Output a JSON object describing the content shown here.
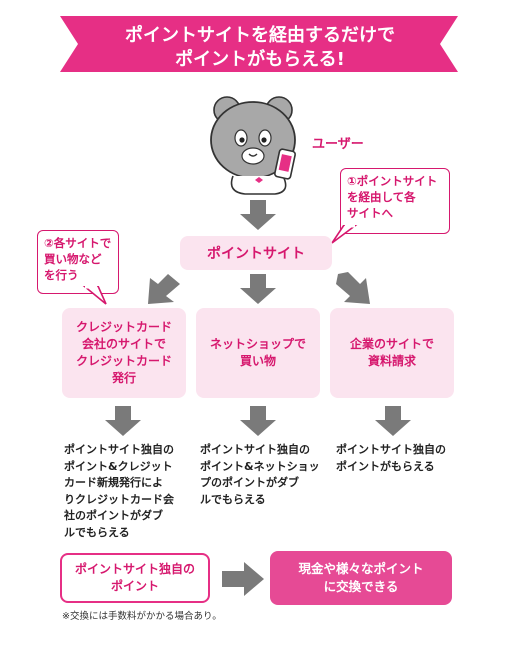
{
  "banner": {
    "line1": "ポイントサイトを経由するだけで",
    "line2": "ポイントがもらえる!"
  },
  "user_label": "ユーザー",
  "bubbles": {
    "right": [
      "①ポイントサイト",
      "を経由して各",
      "サイトへ"
    ],
    "left": [
      "②各サイトで",
      "買い物など",
      "を行う"
    ]
  },
  "hub": "ポイントサイト",
  "branches": [
    {
      "label": [
        "クレジットカード",
        "会社のサイトで",
        "クレジットカード",
        "発行"
      ],
      "result": [
        "ポイントサイト独自の",
        "ポイント&クレジット",
        "カード新規発行によ",
        "りクレジットカード会",
        "社のポイントがダブ",
        "ルでもらえる"
      ]
    },
    {
      "label": [
        "ネットショップで",
        "買い物"
      ],
      "result": [
        "ポイントサイト独自の",
        "ポイント&ネットショッ",
        "プのポイントがダブ",
        "ルでもらえる"
      ]
    },
    {
      "label": [
        "企業のサイトで",
        "資料請求"
      ],
      "result": [
        "ポイントサイト独自の",
        "ポイントがもらえる"
      ]
    }
  ],
  "bottom": {
    "left": [
      "ポイントサイト独自の",
      "ポイント"
    ],
    "right": [
      "現金や様々なポイント",
      "に交換できる"
    ]
  },
  "note": "※交換には手数料がかかる場合あり。",
  "colors": {
    "accent": "#e62f85",
    "pink_light": "#fbe4ef",
    "pink_text": "#d6186e",
    "arrow_gray": "#7a7a7a"
  }
}
